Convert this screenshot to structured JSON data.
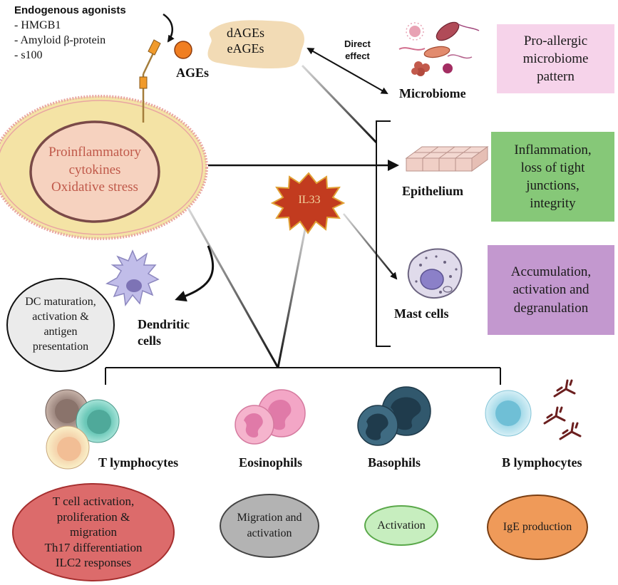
{
  "agonists": {
    "title": "Endogenous agonists",
    "items": [
      "- HMGB1",
      "- Amyloid β-protein",
      "- s100"
    ]
  },
  "ages_label": "AGEs",
  "dages_label": "dAGEs\neAGEs",
  "direct_effect_label": "Direct\neffect",
  "microbiome_label": "Microbiome",
  "cell_core_label": "Proinflammatory\ncytokines\nOxidative stress",
  "il33_label": "IL33",
  "epithelium_label": "Epithelium",
  "mast_label": "Mast cells",
  "dendritic_label": "Dendritic\ncells",
  "dc_effect": "DC maturation,\nactivation &\nantigen\npresentation",
  "effects": {
    "microbiome": "Pro-allergic\nmicrobiome\npattern",
    "epithelium": "Inflammation,\nloss of tight\njunctions,\nintegrity",
    "mast": "Accumulation,\nactivation and\ndegranulation"
  },
  "lymph": {
    "t": "T lymphocytes",
    "eos": "Eosinophils",
    "baso": "Basophils",
    "b": "B lymphocytes"
  },
  "outcomes": {
    "t": "T cell activation,\nproliferation &\nmigration\nTh17 differentiation\nILC2 responses",
    "eos": "Migration and\nactivation",
    "baso": "Activation",
    "b": "IgE production"
  },
  "colors": {
    "microbiome_box": "#f6d3ea",
    "epithelium_box": "#86c878",
    "mast_box": "#c398cf",
    "t_ellipse": "#dc6b6b",
    "eos_ellipse": "#b3b3b3",
    "baso_ellipse": "#c7eebf",
    "b_ellipse": "#ef9a59",
    "cell_outer": "#f4e3a5",
    "cell_core": "#f6d2bf",
    "core_text": "#c0594a"
  }
}
